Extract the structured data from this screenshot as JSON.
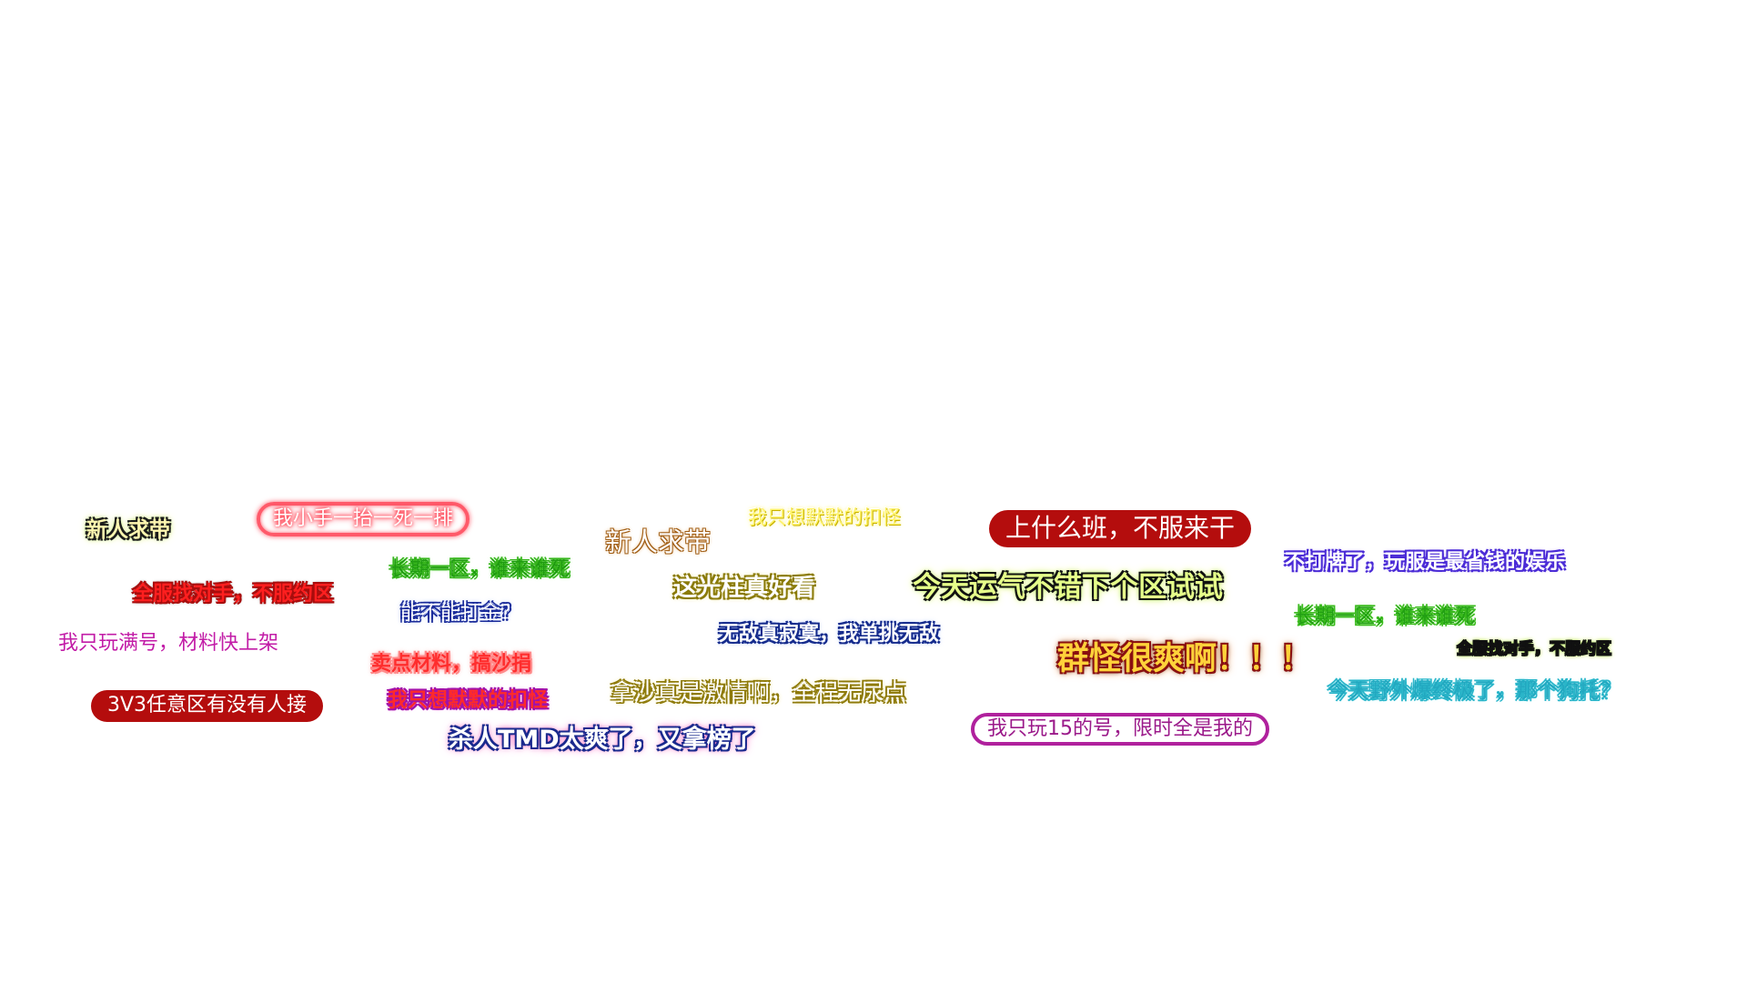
{
  "bubbles": [
    {
      "id": "b1",
      "text": "新人求带"
    },
    {
      "id": "b2",
      "text": "我小手一抬一死一排"
    },
    {
      "id": "b3",
      "text": "新人求带"
    },
    {
      "id": "b4",
      "text": "我只想默默的扣怪"
    },
    {
      "id": "b5",
      "text": "上什么班，不服来干"
    },
    {
      "id": "b6",
      "text": "长期一区，谁来谁死"
    },
    {
      "id": "b7",
      "text": "这光柱真好看"
    },
    {
      "id": "b8",
      "text": "今天运气不错下个区试试"
    },
    {
      "id": "b9",
      "text": "不打牌了，玩服是最省钱的娱乐"
    },
    {
      "id": "b10",
      "text": "全服找对手，不服约区"
    },
    {
      "id": "b11",
      "text": "能不能打金？"
    },
    {
      "id": "b12",
      "text": "长期一区，谁来谁死"
    },
    {
      "id": "b13",
      "text": "我只玩满号，材料快上架"
    },
    {
      "id": "b14",
      "text": "无敌真寂寞，我单挑无敌"
    },
    {
      "id": "b15",
      "text": "全服找对手，不服约区"
    },
    {
      "id": "b16",
      "text": "群怪很爽啊！！！"
    },
    {
      "id": "b17",
      "text": "卖点材料，搞沙捐"
    },
    {
      "id": "b18",
      "text": "拿沙真是激情啊，全程无尿点"
    },
    {
      "id": "b19",
      "text": "今天野外爆终极了，那个狗托？"
    },
    {
      "id": "b20",
      "text": "3V3任意区有没有人接"
    },
    {
      "id": "b21",
      "text": "我只想默默的扣怪"
    },
    {
      "id": "b22",
      "text": "我只玩15的号，限时全是我的"
    },
    {
      "id": "b23",
      "text": "杀人TMD太爽了，又拿榜了"
    }
  ],
  "colors": {
    "background": "#ffffff",
    "pill_red": "#b40d0d",
    "outline_red": "#ff5a6a",
    "outline_purple": "#b0219d"
  }
}
